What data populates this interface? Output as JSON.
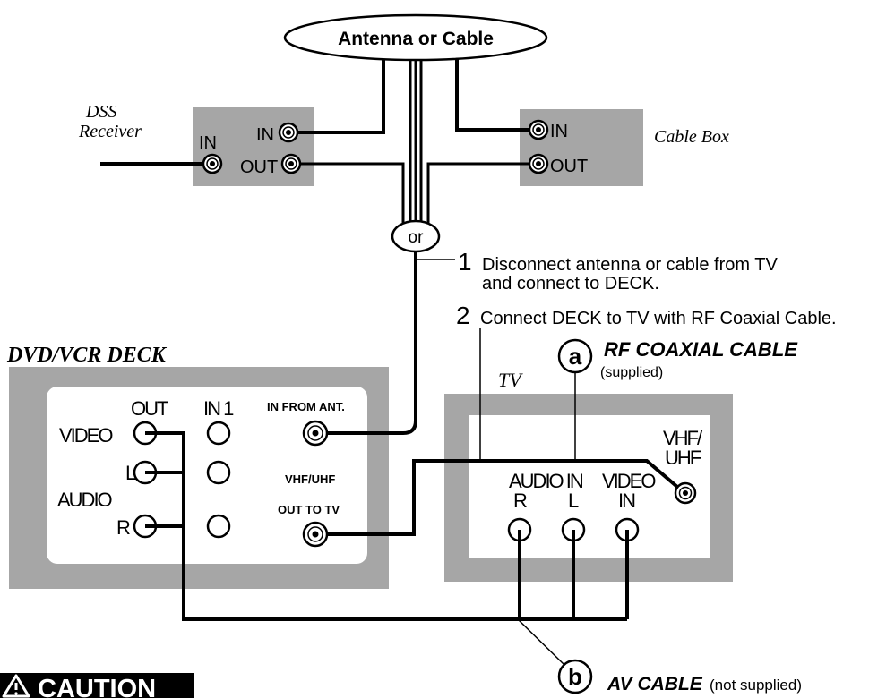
{
  "source": {
    "label": "Antenna or Cable"
  },
  "splitter": {
    "label": "or"
  },
  "dss_receiver": {
    "name_line1": "DSS",
    "name_line2": "Receiver",
    "in_label": "IN",
    "in_port_label": "IN",
    "out_port_label": "OUT"
  },
  "cable_box": {
    "name": "Cable Box",
    "in_port_label": "IN",
    "out_port_label": "OUT"
  },
  "steps": [
    {
      "number": "1",
      "line1": "Disconnect antenna or cable from TV",
      "line2": "and connect to DECK."
    },
    {
      "number": "2",
      "line1": "Connect DECK to TV with RF Coaxial Cable."
    }
  ],
  "deck": {
    "title": "DVD/VCR DECK",
    "out_label": "OUT",
    "in1_label": "IN 1",
    "in_from_ant_label": "IN FROM ANT.",
    "video_label": "VIDEO",
    "audio_l_label": "L",
    "audio_label": "AUDIO",
    "audio_r_label": "R",
    "vhf_uhf_label": "VHF/UHF",
    "out_to_tv_label": "OUT TO TV"
  },
  "tv": {
    "title": "TV",
    "vhf_label": "VHF/",
    "uhf_label": "UHF",
    "audio_in_label": "AUDIO IN",
    "video_label": "VIDEO",
    "audio_r_label": "R",
    "audio_l_label": "L",
    "video_in_label": "IN"
  },
  "callouts": {
    "a": {
      "letter": "a",
      "cable_name": "RF COAXIAL CABLE",
      "note": "(supplied)"
    },
    "b": {
      "letter": "b",
      "cable_name": "AV CABLE",
      "note": "(not supplied)"
    }
  },
  "caution": {
    "label": "CAUTION",
    "icon": "warning-icon"
  },
  "colors": {
    "panel_gray": "#a6a6a6",
    "ink": "#000000",
    "background": "#ffffff"
  }
}
